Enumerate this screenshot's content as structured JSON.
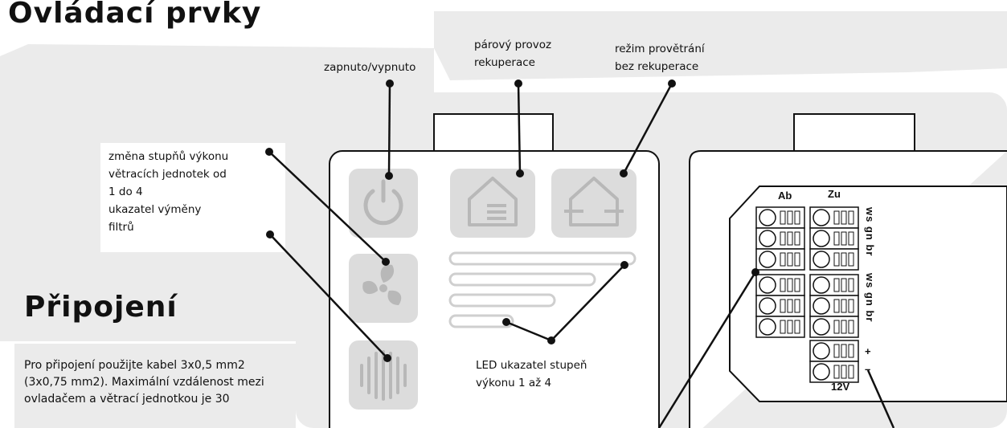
{
  "titles": {
    "controls": "Ovládací prvky",
    "connection": "Připojení"
  },
  "labels": {
    "power": "zapnuto/vypnuto",
    "pair_line1": "párový provoz",
    "pair_line2": "rekuperace",
    "vent_line1": "režim provětrání",
    "vent_line2": "bez rekuperace",
    "speed_line1": "změna stupňů výkonu",
    "speed_line2": "větracích jednotek od",
    "speed_line3": "1 do 4",
    "speed_line4": "ukazatel výměny",
    "speed_line5": "filtrů",
    "led_line1": "LED ukazatel stupeň",
    "led_line2": "výkonu 1 až 4"
  },
  "connection_text": "Pro připojení použijte kabel 3x0,5 mm2 (3x0,75 mm2). Maximální vzdálenost mezi ovladačem a větrací jednotkou je 30",
  "terminal": {
    "col_ab": "Ab",
    "col_zu": "Zu",
    "wires_top": "ws gn br",
    "wires_bottom": "ws gn br",
    "plus": "+",
    "minus": "–",
    "voltage": "12V"
  },
  "icons": [
    "power-icon",
    "house-pair-icon",
    "house-vent-icon",
    "fan-icon",
    "filter-icon"
  ],
  "colors": {
    "panel_gray": "#ebebeb",
    "button_fill": "#dcdcdc",
    "icon_gray": "#b8b8b8",
    "line": "#111111"
  }
}
